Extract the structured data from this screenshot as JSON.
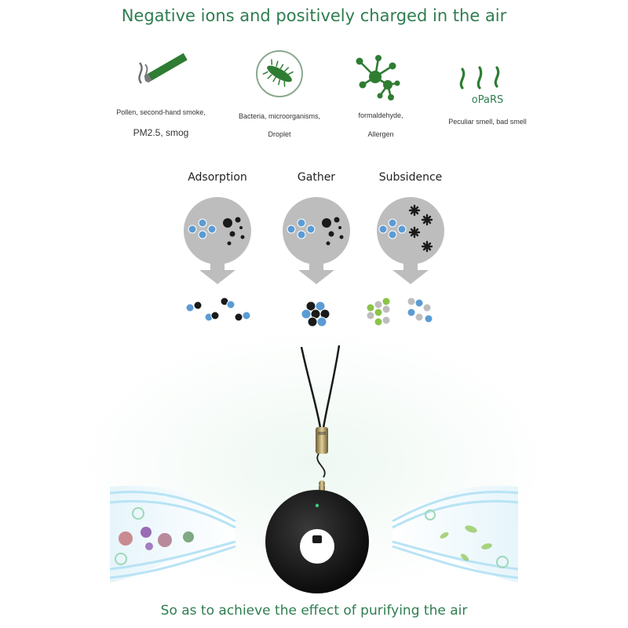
{
  "title": "Negative ions and positively charged in the air",
  "pollutants": [
    {
      "icon": "cigarette-smoke-icon",
      "line1": "Pollen, second-hand smoke,",
      "line2": "PM2.5, smog"
    },
    {
      "icon": "bacteria-icon",
      "line1": "Bacteria, microorganisms,",
      "line2": "Droplet"
    },
    {
      "icon": "molecule-icon",
      "line1": "formaldehyde,",
      "line2": "Allergen"
    },
    {
      "icon": "odor-waves-icon",
      "line1": "oPaRS",
      "line2": "Peculiar smell, bad smell"
    }
  ],
  "stages": [
    {
      "label": "Adsorption",
      "icon": "adsorption-diagram-icon"
    },
    {
      "label": "Gather",
      "icon": "gather-diagram-icon"
    },
    {
      "label": "Subsidence",
      "icon": "subsidence-diagram-icon"
    }
  ],
  "product": {
    "icon": "necklace-air-purifier-icon"
  },
  "tagline": "So as to achieve the effect of purifying the air",
  "colors": {
    "accent": "#2e7d4f",
    "ion": "#5b9bd5",
    "bubble": "#bdbdbd",
    "particle": "#1a1a1a",
    "airflow": "#b8e3f5",
    "leaf": "#8bc34a"
  }
}
